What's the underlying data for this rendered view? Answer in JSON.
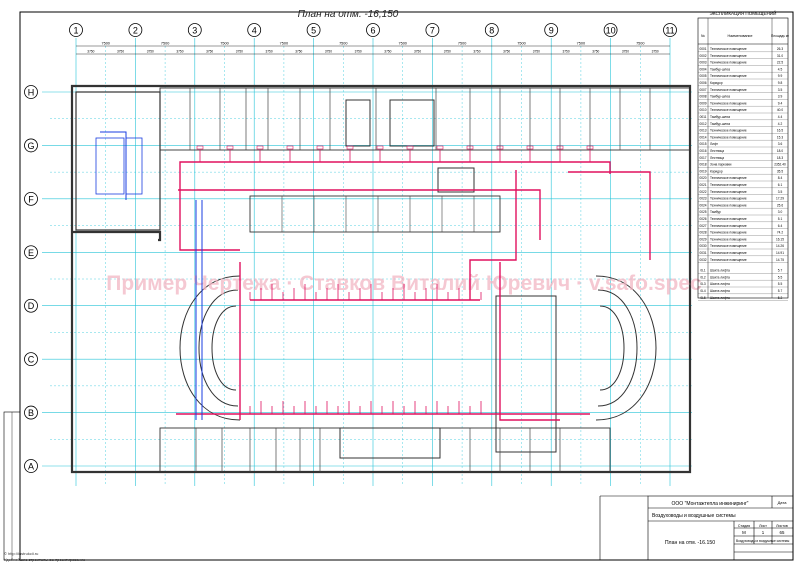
{
  "title": "План на отм. -16,150",
  "column_axes": [
    "1",
    "2",
    "3",
    "4",
    "5",
    "6",
    "7",
    "8",
    "9",
    "10",
    "11"
  ],
  "row_axes": [
    "H",
    "G",
    "F",
    "E",
    "D",
    "C",
    "B",
    "A"
  ],
  "dimension_value": "7500",
  "half_dimension_value": "3750",
  "watermark": "Пример Чертежа · Ставков Виталий Юревич · v.safo.spec",
  "explication": {
    "title": "ЭКСПЛИКАЦИЯ ПОМЕЩЕНИЙ",
    "headers": [
      "№",
      "Наименование",
      "Площадь м²"
    ],
    "rows": [
      [
        "0001",
        "Техническое помещение",
        "26.3"
      ],
      [
        "0002",
        "Техническое помещение",
        "31.0"
      ],
      [
        "0003",
        "Техническое помещение",
        "22.5"
      ],
      [
        "0004",
        "Тамбур-шлюз",
        "4.5"
      ],
      [
        "0005",
        "Техническое помещение",
        "9.9"
      ],
      [
        "0006",
        "Коридор",
        "9.8"
      ],
      [
        "0007",
        "Техническое помещение",
        "3.5"
      ],
      [
        "0008",
        "Тамбур-шлюз",
        "3.9"
      ],
      [
        "0009",
        "Техническое помещение",
        "9.4"
      ],
      [
        "0010",
        "Техническое помещение",
        "40.0"
      ],
      [
        "0011",
        "Тамбур-шлюз",
        "4.4"
      ],
      [
        "0012",
        "Тамбур-шлюз",
        "4.2"
      ],
      [
        "0013",
        "Техническое помещение",
        "16.5"
      ],
      [
        "0014",
        "Техническое помещение",
        "15.3"
      ],
      [
        "0015",
        "Лифт",
        "3.6"
      ],
      [
        "0016",
        "Лестница",
        "18.0"
      ],
      [
        "0017",
        "Лестница",
        "18.3"
      ],
      [
        "0018",
        "Зона парковки",
        "2352.40"
      ],
      [
        "0019",
        "Коридор",
        "35.5"
      ],
      [
        "0020",
        "Техническое помещение",
        "8.4"
      ],
      [
        "0021",
        "Техническое помещение",
        "6.1"
      ],
      [
        "0022",
        "Техническое помещение",
        "3.5"
      ],
      [
        "0023",
        "Техническое помещение",
        "17.29"
      ],
      [
        "0024",
        "Техническое помещение",
        "25.6"
      ],
      [
        "0025",
        "Тамбур",
        "3.0"
      ],
      [
        "0026",
        "Техническое помещение",
        "5.1"
      ],
      [
        "0027",
        "Техническое помещение",
        "6.4"
      ],
      [
        "0028",
        "Техническое помещение",
        "74.2"
      ],
      [
        "0029",
        "Техническое помещение",
        "16.15"
      ],
      [
        "0030",
        "Техническое помещение",
        "14.26"
      ],
      [
        "0031",
        "Техническое помещение",
        "14.91"
      ],
      [
        "0032",
        "Техническое помещение",
        "14.75"
      ]
    ],
    "extra_rows": [
      [
        "0L1",
        "Шахта лифта",
        "5.7"
      ],
      [
        "0L2",
        "Шахта лифта",
        "5.5"
      ],
      [
        "0L3",
        "Шахта лифта",
        "5.5"
      ],
      [
        "0L4",
        "Шахта лифта",
        "5.7"
      ],
      [
        "0L5",
        "Шахта лифта",
        "5.2"
      ]
    ]
  },
  "title_block": {
    "company": "ООО \"Монтажтепла инжиниринг\"",
    "section": "Воздуховоды и воздушные системы",
    "stage_header": "Стадия",
    "sheet_header": "Лист",
    "sheets_header": "Листов",
    "stage": "М",
    "sheet": "1",
    "sheets": "65",
    "plan_name": "План на отм. -16.150",
    "system_name": "Воздуховоды и воздушные системы",
    "date_label": "Дата"
  },
  "footer_left": "© http://instrukcii.ru",
  "footer_left2": "Удобнейшие строительное проектирование",
  "colors": {
    "grid": "#27c4d8",
    "duct": "#e0115f",
    "wall": "#333333",
    "blue": "#1a3de0",
    "watermark": "#f2b6c3"
  }
}
